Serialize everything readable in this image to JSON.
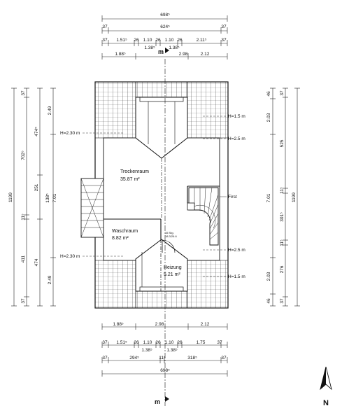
{
  "rooms": [
    {
      "name": "Trockenraum",
      "area": "35.87 m²"
    },
    {
      "name": "Waschraum",
      "area": "8.82 m²"
    },
    {
      "name": "Heizung",
      "area": "5.21 m²"
    }
  ],
  "labels": {
    "first": "First",
    "stair_steps": "15 Stg.",
    "stair_ratio": "18.3/26.6",
    "section_mark": "m",
    "north": "N"
  },
  "heights": {
    "h150_top": "H=1.5 m",
    "h250_top": "H=2.5 m",
    "h230_left_top": "H=2.30 m",
    "h230_left_bottom": "H=2.30 m",
    "h250_bottom": "H=2.5 m",
    "h150_bottom": "H=1.5 m"
  },
  "dims_top": {
    "row1": [
      "698⁵"
    ],
    "row2": [
      "37",
      "624⁵",
      "37"
    ],
    "row3": [
      "37",
      "1.51⁵",
      "26",
      "1.10",
      "26",
      "1.10",
      "26",
      "2.11⁵",
      "37"
    ],
    "row3_sub": [
      "1.38⁵",
      "1.38⁵"
    ],
    "row4": [
      "1.88⁵",
      "2.98",
      "2.12"
    ]
  },
  "dims_bottom": {
    "row1": [
      "1.88⁵",
      "2.98",
      "2.12"
    ],
    "row2": [
      "37",
      "1.51⁵",
      "26",
      "1.10",
      "26",
      "1.10",
      "26",
      "1.75",
      "37"
    ],
    "row2_sub": [
      "1.38⁵",
      "1.38⁵"
    ],
    "row3": [
      "37",
      "294⁵",
      "11⁵",
      "318⁵",
      "37"
    ],
    "row4": [
      "698⁵"
    ]
  },
  "dims_left": {
    "outer": [
      "1199"
    ],
    "mid": [
      "37",
      "702⁵",
      "11⁵",
      "411",
      "37"
    ],
    "inner": [
      "474⁵",
      "251",
      "138⁵",
      "474"
    ],
    "innermost": [
      "2.49",
      "7.01",
      "2.49"
    ]
  },
  "dims_right": {
    "innermost": [
      "46",
      "2.03",
      "7.01",
      "2.03",
      "46"
    ],
    "mid": [
      "37",
      "525",
      "11⁵",
      "301⁵",
      "11⁵",
      "276",
      "37"
    ],
    "outer": [
      "1199"
    ]
  }
}
